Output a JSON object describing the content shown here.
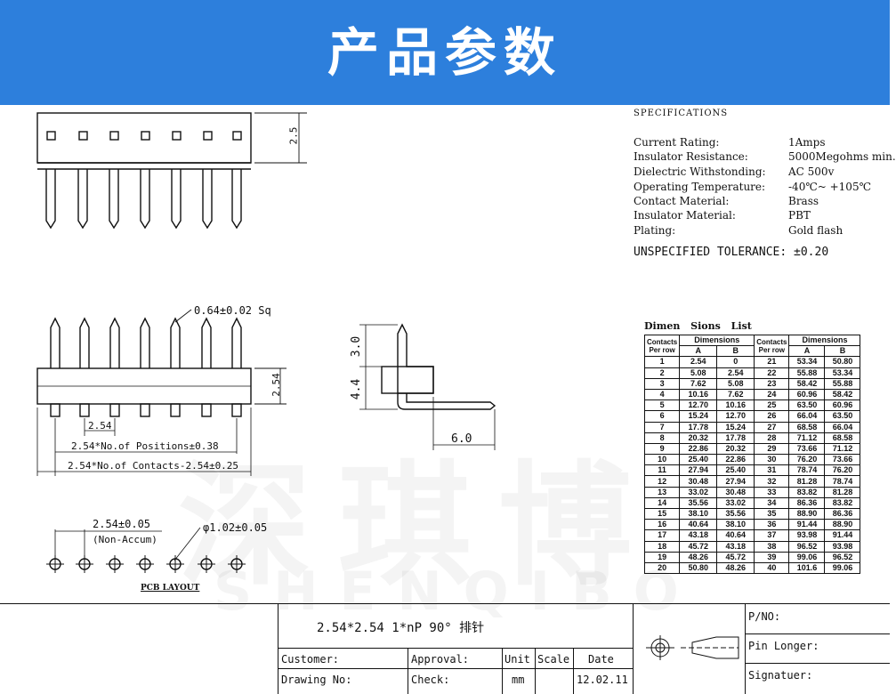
{
  "header": {
    "title": "产品参数",
    "bg_color": "#2d7fdc"
  },
  "watermark": {
    "main": "深琪博",
    "sub": "SHENQIBO"
  },
  "specifications": {
    "heading": "SPECIFICATIONS",
    "rows": [
      {
        "label": "Current Rating:",
        "value": "1Amps"
      },
      {
        "label": "Insulator Resistance:",
        "value": "5000Megohms min."
      },
      {
        "label": "Dielectric Withstonding:",
        "value": "AC 500v"
      },
      {
        "label": "Operating Temperature:",
        "value": "-40℃~ +105℃"
      },
      {
        "label": "Contact Material:",
        "value": "Brass"
      },
      {
        "label": "Insulator Material:",
        "value": "PBT"
      },
      {
        "label": "Plating:",
        "value": "Gold flash"
      }
    ],
    "tolerance": "UNSPECIFIED TOLERANCE:  ±0.20"
  },
  "drawing_labels": {
    "height_25": "2.5",
    "pin_sq": "0.64±0.02 Sq",
    "dim_254_right": "2.54",
    "pitch_254": "2.54",
    "formula_positions": "2.54*No.of Positions±0.38",
    "formula_contacts": "2.54*No.of Contacts-2.54±0.25",
    "side_30": "3.0",
    "side_44": "4.4",
    "side_60": "6.0",
    "pcb_pitch": "2.54±0.05",
    "pcb_non_accum": "(Non-Accum)",
    "pcb_hole": "φ1.02±0.05",
    "pcb_layout": "PCB LAYOUT"
  },
  "dimension_list": {
    "title": "Dimen Sions  List",
    "headers": [
      "Contacts Per row",
      "Dimensions A",
      "Dimensions B",
      "Contacts Per row",
      "Dimensions A",
      "Dimensions B"
    ],
    "header_top": {
      "contacts": "Contacts",
      "per_row": "Per row",
      "dimensions": "Dimensions",
      "a": "A",
      "b": "B"
    },
    "rows": [
      [
        "1",
        "2.54",
        "0",
        "21",
        "53.34",
        "50.80"
      ],
      [
        "2",
        "5.08",
        "2.54",
        "22",
        "55.88",
        "53.34"
      ],
      [
        "3",
        "7.62",
        "5.08",
        "23",
        "58.42",
        "55.88"
      ],
      [
        "4",
        "10.16",
        "7.62",
        "24",
        "60.96",
        "58.42"
      ],
      [
        "5",
        "12.70",
        "10.16",
        "25",
        "63.50",
        "60.96"
      ],
      [
        "6",
        "15.24",
        "12.70",
        "26",
        "66.04",
        "63.50"
      ],
      [
        "7",
        "17.78",
        "15.24",
        "27",
        "68.58",
        "66.04"
      ],
      [
        "8",
        "20.32",
        "17.78",
        "28",
        "71.12",
        "68.58"
      ],
      [
        "9",
        "22.86",
        "20.32",
        "29",
        "73.66",
        "71.12"
      ],
      [
        "10",
        "25.40",
        "22.86",
        "30",
        "76.20",
        "73.66"
      ],
      [
        "11",
        "27.94",
        "25.40",
        "31",
        "78.74",
        "76.20"
      ],
      [
        "12",
        "30.48",
        "27.94",
        "32",
        "81.28",
        "78.74"
      ],
      [
        "13",
        "33.02",
        "30.48",
        "33",
        "83.82",
        "81.28"
      ],
      [
        "14",
        "35.56",
        "33.02",
        "34",
        "86.36",
        "83.82"
      ],
      [
        "15",
        "38.10",
        "35.56",
        "35",
        "88.90",
        "86.36"
      ],
      [
        "16",
        "40.64",
        "38.10",
        "36",
        "91.44",
        "88.90"
      ],
      [
        "17",
        "43.18",
        "40.64",
        "37",
        "93.98",
        "91.44"
      ],
      [
        "18",
        "45.72",
        "43.18",
        "38",
        "96.52",
        "93.98"
      ],
      [
        "19",
        "48.26",
        "45.72",
        "39",
        "99.06",
        "96.52"
      ],
      [
        "20",
        "50.80",
        "48.26",
        "40",
        "101.6",
        "99.06"
      ]
    ]
  },
  "title_block": {
    "product": "2.54*2.54    1*nP    90°   排针",
    "customer": "Customer:",
    "approval": "Approval:",
    "unit": "Unit",
    "scale": "Scale",
    "date": "Date",
    "drawing_no": "Drawing No:",
    "check": "Check:",
    "unit_value": "mm",
    "date_value": "12.02.11",
    "pno": "P/NO:",
    "pin_longer": "Pin Longer:",
    "signature": "Signatuer:"
  }
}
